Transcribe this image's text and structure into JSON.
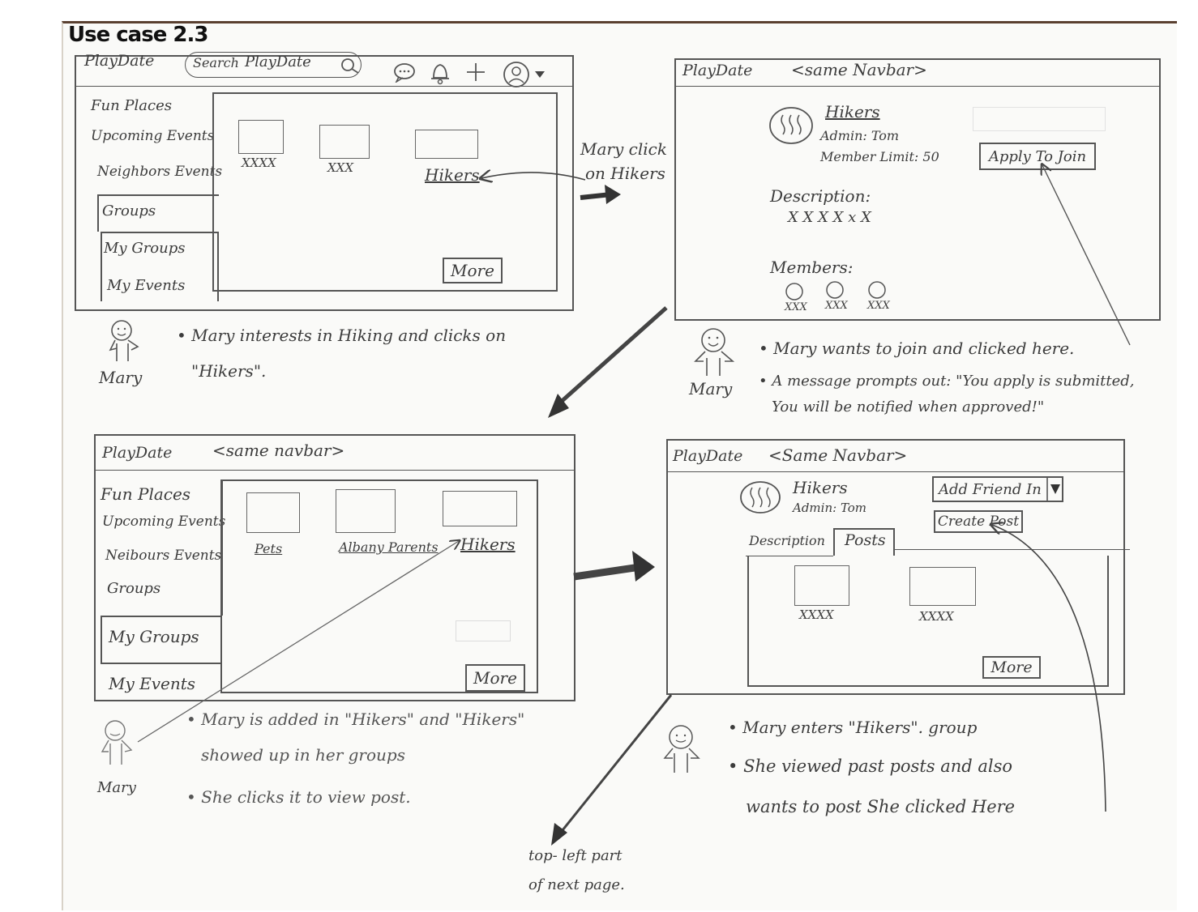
{
  "title": "Use case 2.3",
  "panel1": {
    "logo": "PlayDate",
    "search_label": "Search",
    "search_value": "PlayDate",
    "sidebar": [
      "Fun Places",
      "Upcoming Events",
      "Neighbors Events",
      "Groups",
      "My Groups",
      "My Events"
    ],
    "cards": [
      "XXXX",
      "XXX",
      "Hikers"
    ],
    "more": "More",
    "actor": "Mary",
    "note": [
      "Mary interests in Hiking and clicks on",
      "\"Hikers\"."
    ]
  },
  "arrow1_label": [
    "Mary click",
    "on Hikers"
  ],
  "panel2": {
    "logo": "PlayDate",
    "navbar": "<same Navbar>",
    "group_name": "Hikers",
    "admin": "Admin: Tom",
    "member_limit": "Member Limit: 50",
    "apply": "Apply To Join",
    "description_label": "Description:",
    "description_value": "X X X X x X",
    "members_label": "Members:",
    "members": [
      "XXX",
      "XXX",
      "XXX"
    ],
    "actor": "Mary",
    "note1": "Mary wants to join and clicked here.",
    "note2": [
      "A message prompts out: \"You apply is submitted,",
      "You will be notified when approved!\""
    ]
  },
  "panel3": {
    "logo": "PlayDate",
    "navbar": "<same navbar>",
    "sidebar": [
      "Fun Places",
      "Upcoming Events",
      "Neibours Events",
      "Groups",
      "My Groups",
      "My Events"
    ],
    "cards": [
      "Pets",
      "Albany Parents",
      "Hikers"
    ],
    "more": "More",
    "actor": "Mary",
    "note1": [
      "Mary is added in \"Hikers\" and \"Hikers\"",
      "showed up in her groups"
    ],
    "note2": "She clicks it to view post."
  },
  "panel4": {
    "logo": "PlayDate",
    "navbar": "<Same Navbar>",
    "group_name": "Hikers",
    "admin": "Admin: Tom",
    "add_friend": "Add Friend In",
    "create_post": "Create Post",
    "tabs": [
      "Description",
      "Posts"
    ],
    "posts": [
      "XXXX",
      "XXXX"
    ],
    "more": "More",
    "note1": "Mary enters \"Hikers\". group",
    "note2": [
      "She viewed past posts and also",
      "wants to post  She clicked Here"
    ]
  },
  "next_page_label": [
    "top- left part",
    "of next page."
  ]
}
